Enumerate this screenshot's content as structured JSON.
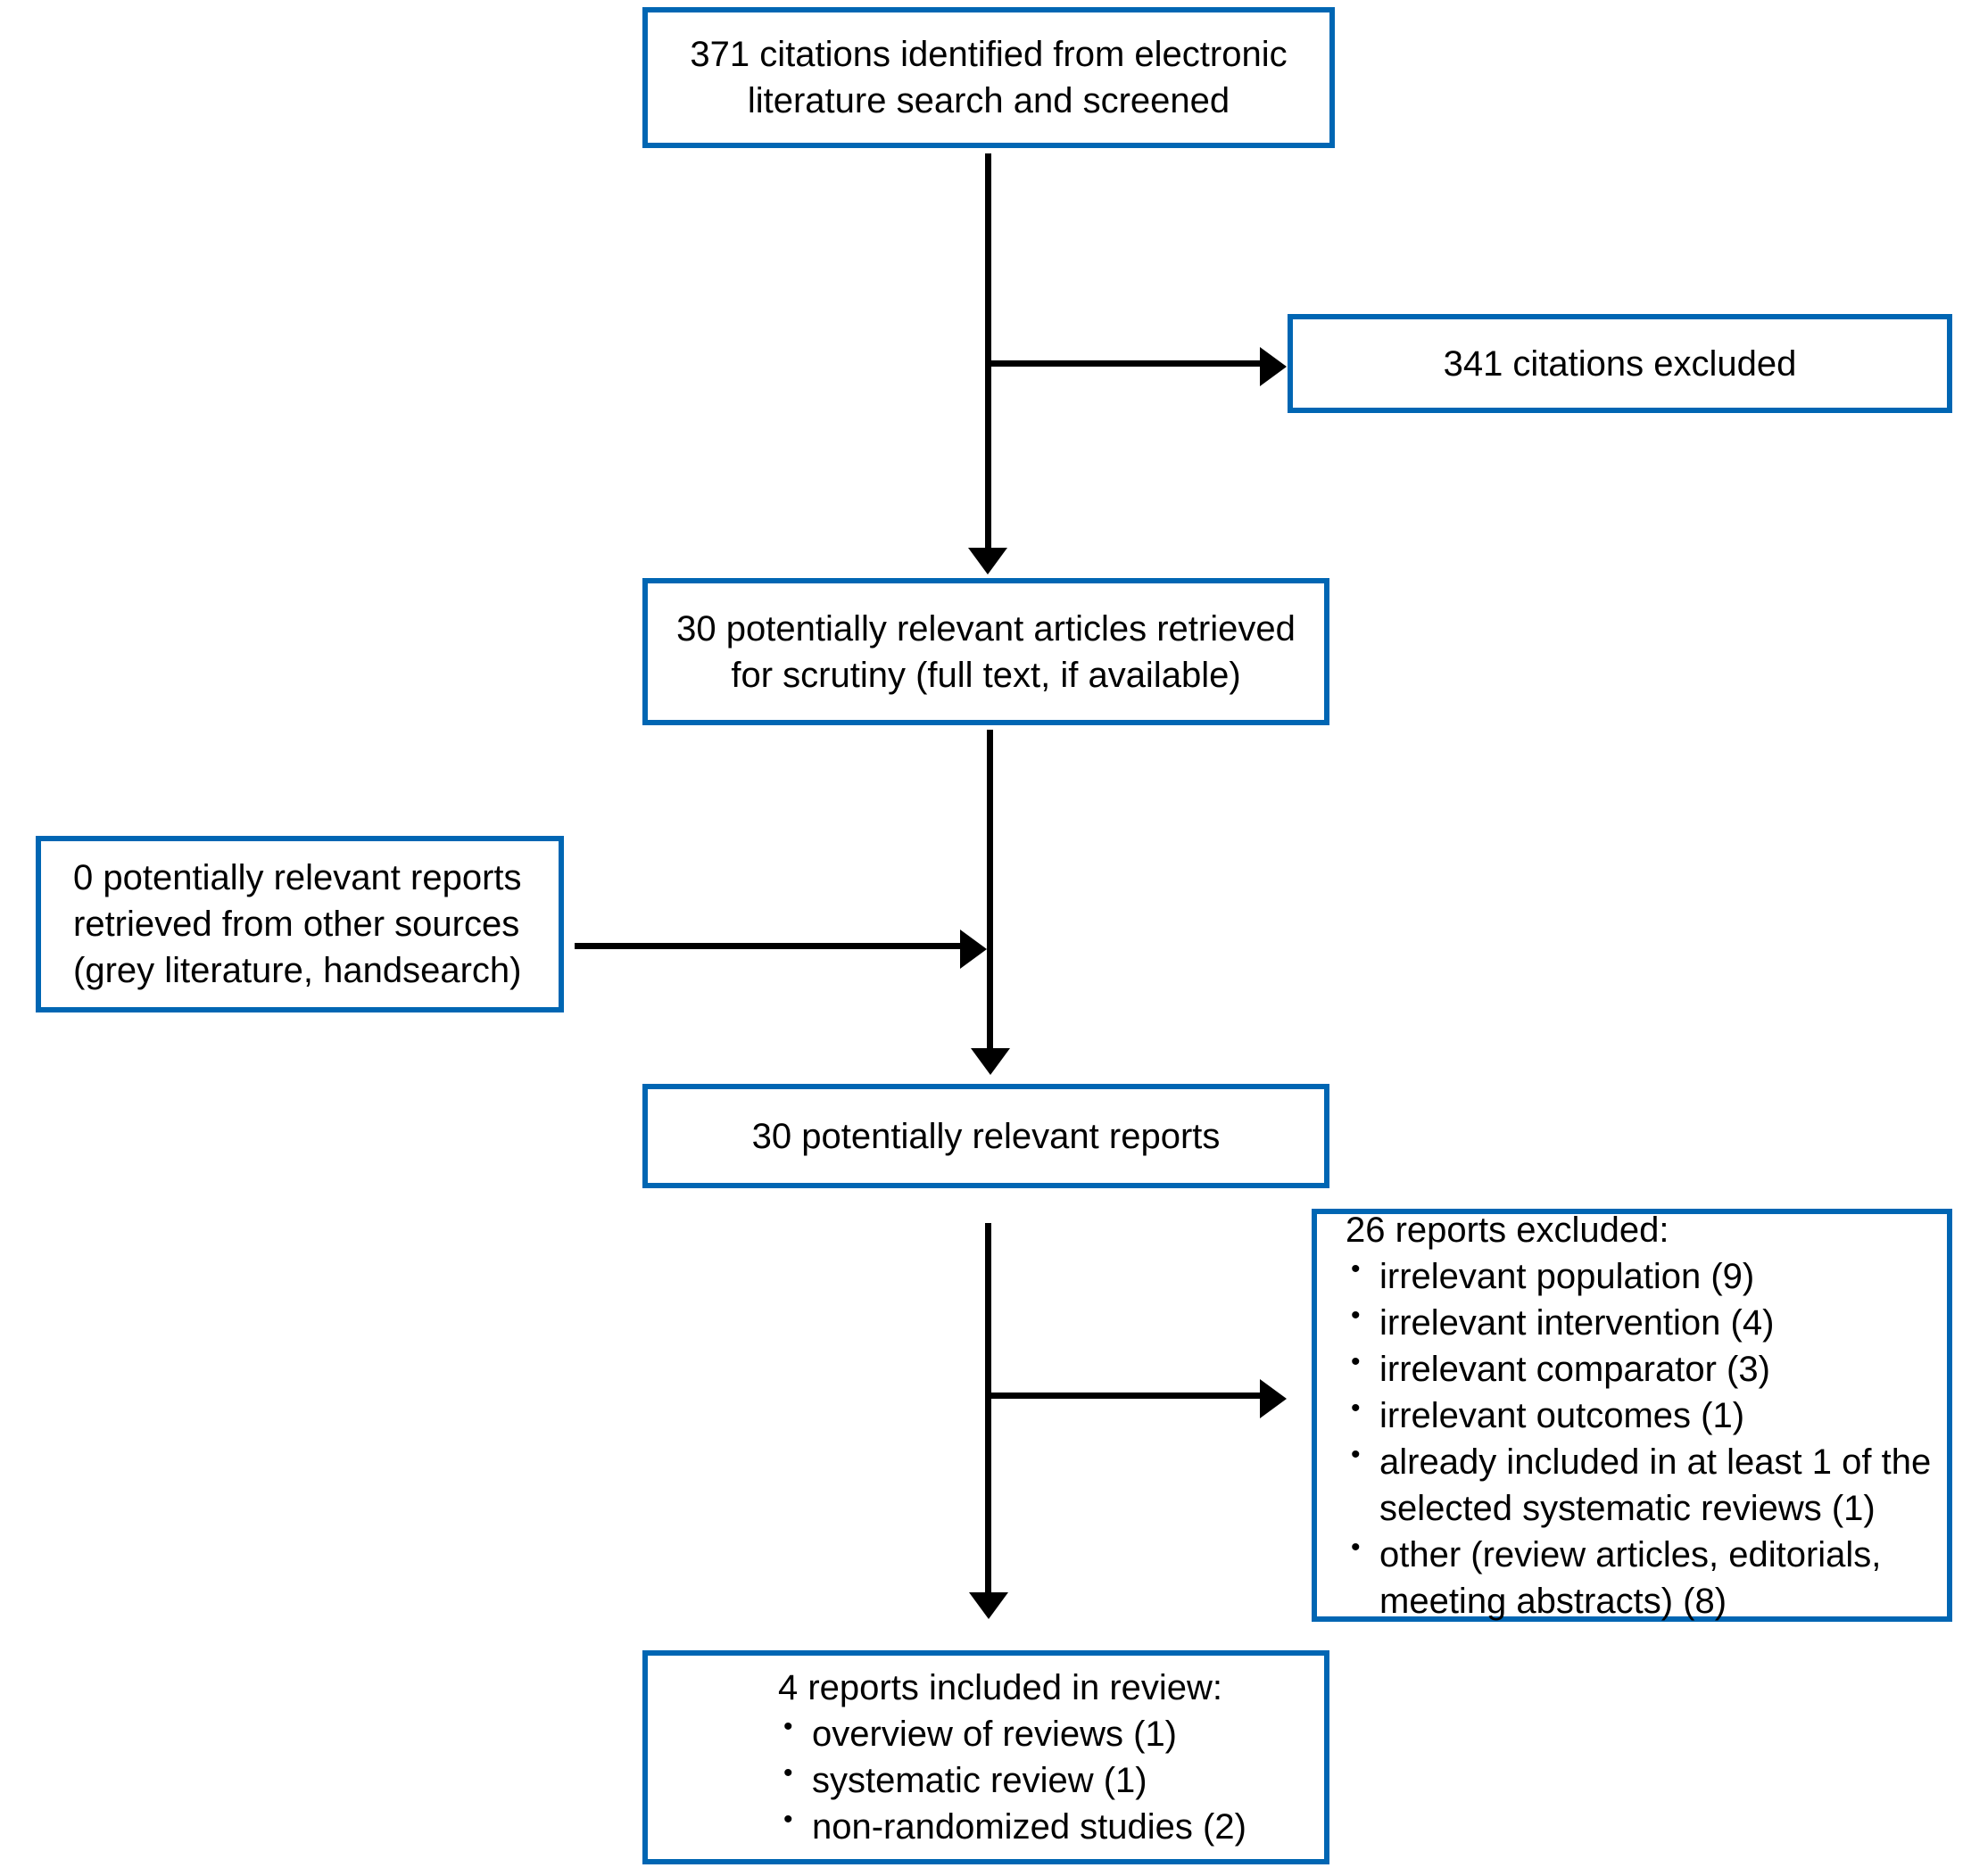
{
  "diagram": {
    "title": "PRISMA study selection flow diagram",
    "accent_color": "#0066b3",
    "line_color": "#000000",
    "background_color": "#ffffff",
    "boxes": {
      "identified": {
        "id": "identified-citations-box",
        "align": "center",
        "lines": [
          "371 citations identified from electronic",
          "literature search and screened"
        ]
      },
      "excluded_citations": {
        "id": "citations-excluded-box",
        "align": "center",
        "lines": [
          "341 citations excluded"
        ]
      },
      "retrieved_articles": {
        "id": "articles-retrieved-box",
        "align": "center",
        "lines": [
          "30 potentially relevant articles retrieved",
          "for scrutiny (full text, if available)"
        ]
      },
      "other_sources": {
        "id": "other-sources-reports-box",
        "align": "left",
        "lines": [
          "0 potentially relevant reports",
          "retrieved from other sources",
          "(grey literature, handsearch)"
        ]
      },
      "relevant_reports": {
        "id": "relevant-reports-box",
        "align": "center",
        "lines": [
          "30 potentially relevant reports"
        ]
      },
      "excluded_reports": {
        "id": "reports-excluded-box",
        "align": "left",
        "heading": "26 reports excluded:",
        "bullets": [
          "irrelevant population (9)",
          "irrelevant intervention (4)",
          "irrelevant comparator (3)",
          "irrelevant outcomes (1)",
          "already included in at least 1 of the selected systematic reviews (1)",
          "other (review articles, editorials, meeting abstracts) (8)"
        ]
      },
      "included_reports": {
        "id": "reports-included-box",
        "align": "left",
        "heading": "4 reports included in review:",
        "bullets": [
          "overview of reviews (1)",
          "systematic review (1)",
          "non-randomized studies (2)"
        ]
      }
    },
    "connectors": [
      {
        "name": "identified-to-retrieved-vertical",
        "kind": "vertical-arrow"
      },
      {
        "name": "identified-to-excluded-horizontal",
        "kind": "horizontal-arrow"
      },
      {
        "name": "retrieved-to-reports-vertical",
        "kind": "vertical-arrow"
      },
      {
        "name": "other-sources-to-spine-horizontal",
        "kind": "horizontal-arrow"
      },
      {
        "name": "reports-to-included-vertical",
        "kind": "vertical-arrow"
      },
      {
        "name": "reports-to-excluded-horizontal",
        "kind": "horizontal-arrow"
      }
    ]
  }
}
